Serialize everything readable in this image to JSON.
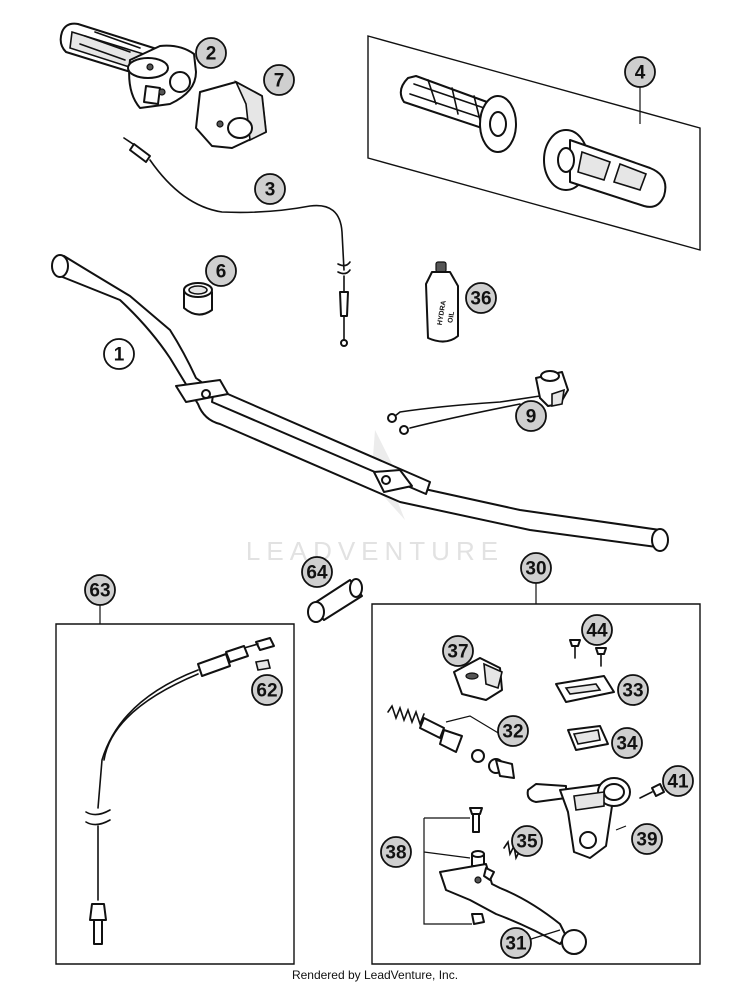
{
  "watermark": "LEADVENTURE",
  "footer": "Rendered by LeadVenture, Inc.",
  "bottle_label_1": "HYDRA",
  "bottle_label_2": "OIL",
  "callouts": {
    "c1": "1",
    "c2": "2",
    "c3": "3",
    "c4": "4",
    "c6": "6",
    "c7": "7",
    "c9": "9",
    "c30": "30",
    "c31": "31",
    "c32": "32",
    "c33": "33",
    "c34": "34",
    "c35": "35",
    "c36": "36",
    "c37": "37",
    "c38": "38",
    "c39": "39",
    "c41": "41",
    "c44": "44",
    "c62": "62",
    "c63": "63",
    "c64": "64"
  }
}
